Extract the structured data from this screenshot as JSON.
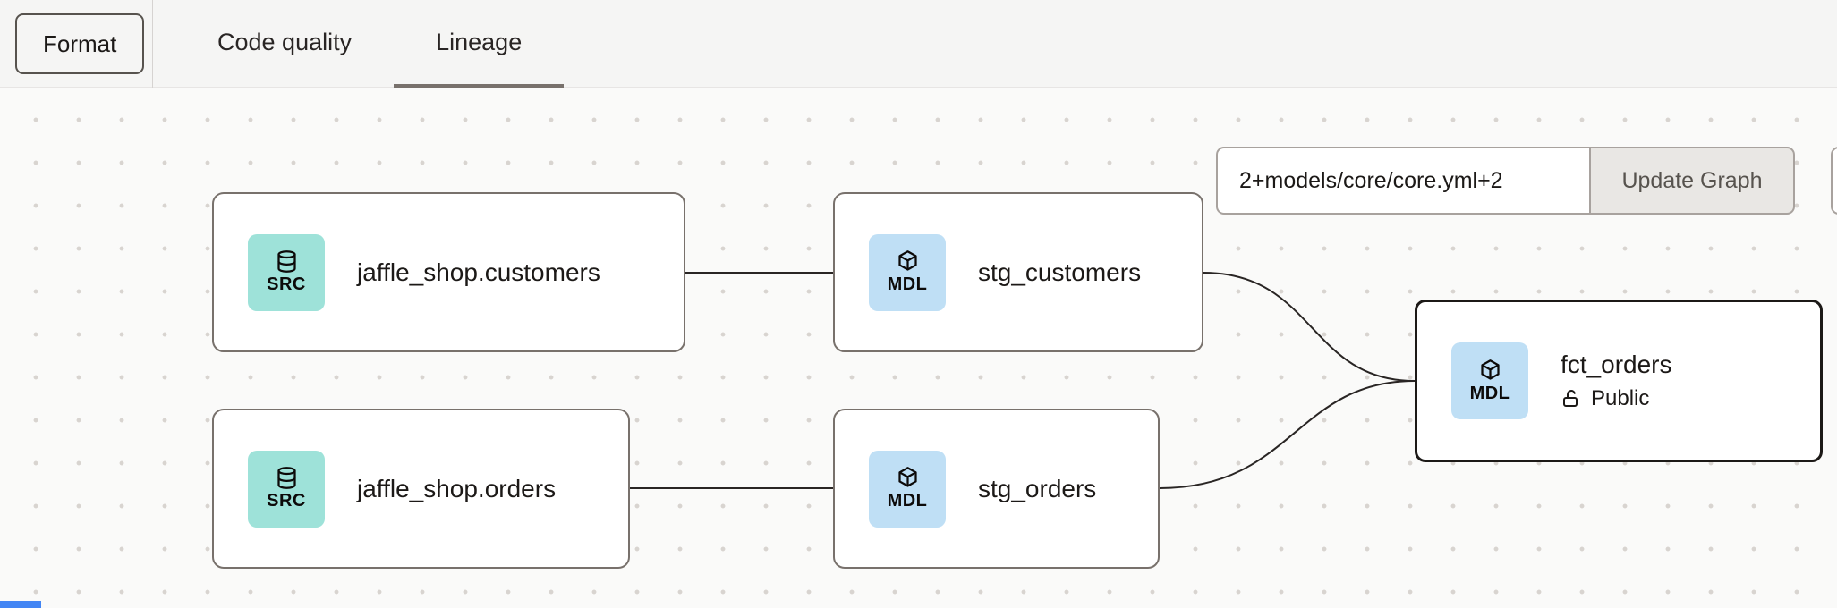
{
  "header": {
    "format_button_label": "Format",
    "tabs": [
      {
        "label": "Code quality"
      },
      {
        "label": "Lineage"
      }
    ],
    "active_tab": "Lineage"
  },
  "lineage_controls": {
    "selector_value": "2+models/core/core.yml+2",
    "update_button_label": "Update Graph"
  },
  "graph": {
    "nodes": [
      {
        "badge": "SRC",
        "icon": "database-icon",
        "label": "jaffle_shop.customers",
        "type": "source"
      },
      {
        "badge": "MDL",
        "icon": "cube-icon",
        "label": "stg_customers",
        "type": "model"
      },
      {
        "badge": "SRC",
        "icon": "database-icon",
        "label": "jaffle_shop.orders",
        "type": "source"
      },
      {
        "badge": "MDL",
        "icon": "cube-icon",
        "label": "stg_orders",
        "type": "model"
      },
      {
        "badge": "MDL",
        "icon": "cube-icon",
        "label": "fct_orders",
        "type": "model",
        "access_label": "Public",
        "access_icon": "lock-open-icon",
        "selected": true
      }
    ],
    "edges": [
      {
        "from": "jaffle_shop.customers",
        "to": "stg_customers"
      },
      {
        "from": "jaffle_shop.orders",
        "to": "stg_orders"
      },
      {
        "from": "stg_customers",
        "to": "fct_orders"
      },
      {
        "from": "stg_orders",
        "to": "fct_orders"
      }
    ]
  },
  "colors": {
    "source_badge_bg": "#9ee2d9",
    "model_badge_bg": "#bfdff5",
    "active_tab_underline": "#78716c",
    "selected_node_border": "#1c1917",
    "edge": "#292524",
    "bottom_indicator": "#4285f4"
  }
}
